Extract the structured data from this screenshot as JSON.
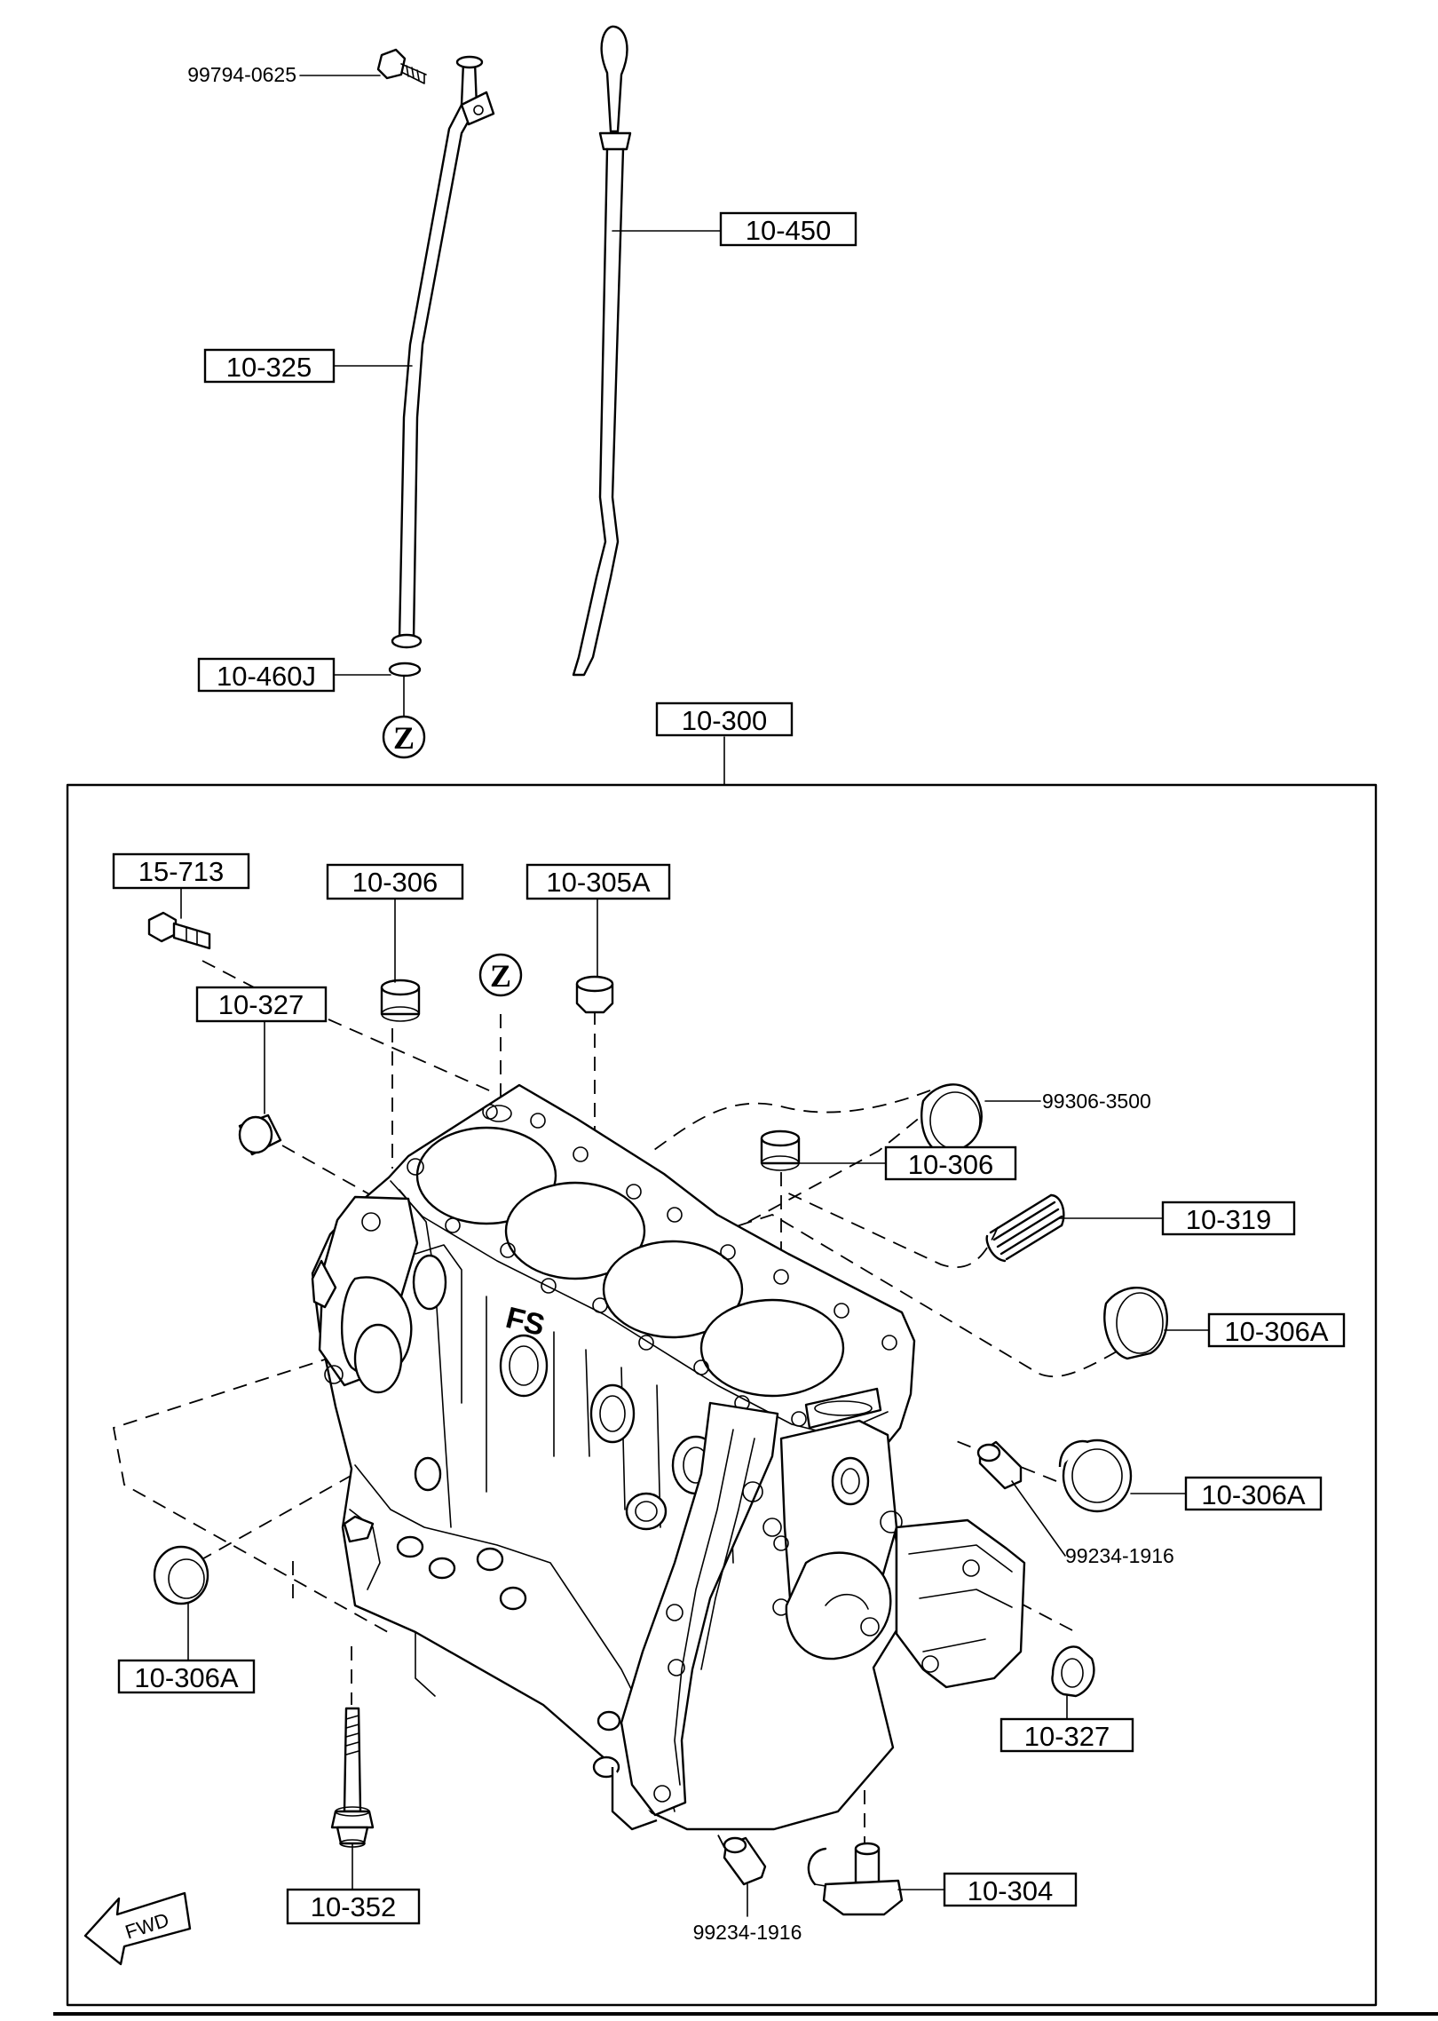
{
  "labels": {
    "bolt_top": "99794-0625",
    "gauge_pipe": "10-325",
    "dipstick": "10-450",
    "o_ring": "10-460J",
    "block": "10-300",
    "bolt_left": "15-713",
    "plug_top": "10-306",
    "plug_top_a": "10-305A",
    "pin_left": "10-327",
    "plug_large_right": "99306-3500",
    "plug_right": "10-306",
    "spring": "10-319",
    "seal_right_upper": "10-306A",
    "seal_right_lower": "10-306A",
    "dowel_right": "99234-1916",
    "seal_left": "10-306A",
    "pin_right": "10-327",
    "stud": "10-352",
    "dowel_bottom": "99234-1916",
    "nozzle": "10-304"
  },
  "markers": {
    "z_upper": "Z",
    "z_lower": "Z",
    "fwd": "FWD",
    "casting": "FS"
  }
}
